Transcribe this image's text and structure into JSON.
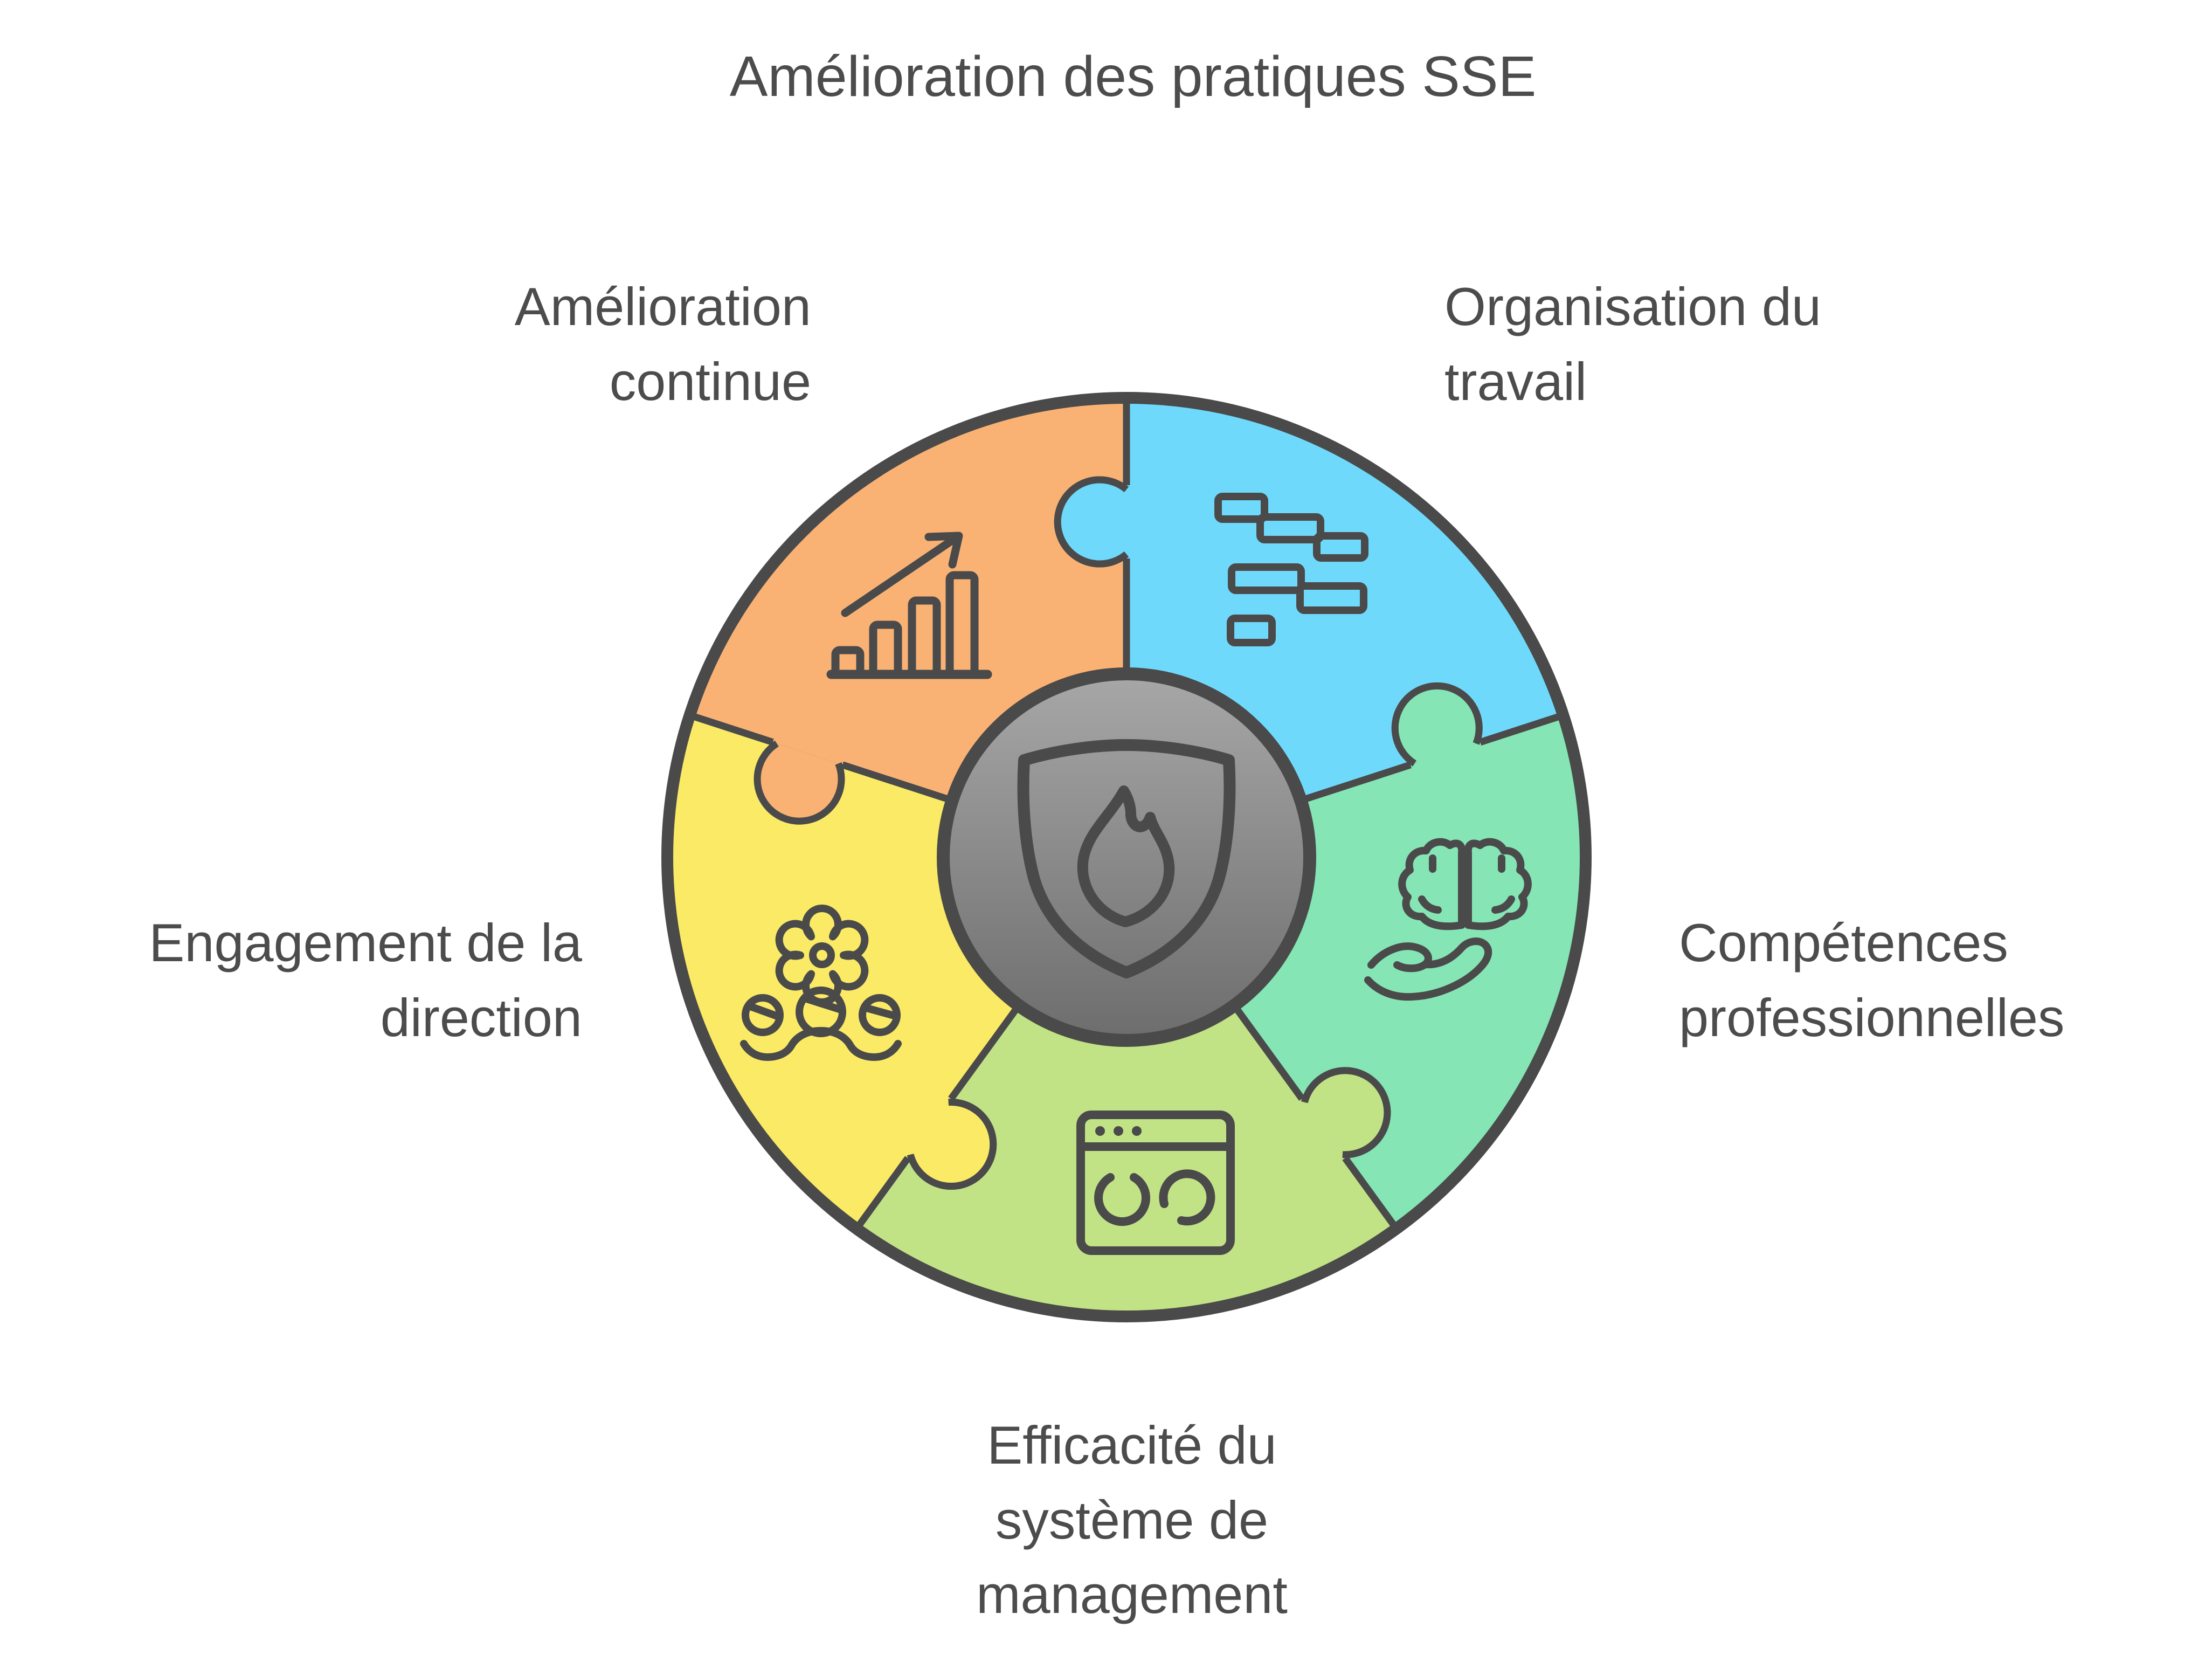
{
  "title": "Amélioration des pratiques SSE",
  "colors": {
    "background": "#FFFFFF",
    "outline": "#4A4A4A",
    "text": "#4C4C4C",
    "center_top": "#A7A7A7",
    "center_bottom": "#6D6D6D"
  },
  "center": {
    "icon": "shield-flame-icon"
  },
  "segments": [
    {
      "label": "Amélioration continue",
      "label_lines": [
        "Amélioration",
        "continue"
      ],
      "color": "#FAB274",
      "icon": "growth-chart-icon",
      "position": "top-left"
    },
    {
      "label": "Organisation du travail",
      "label_lines": [
        "Organisation du",
        "travail"
      ],
      "color": "#6FD9FC",
      "icon": "gantt-chart-icon",
      "position": "top-right"
    },
    {
      "label": "Compétences professionnelles",
      "label_lines": [
        "Compétences",
        "professionnelles"
      ],
      "color": "#85E5B5",
      "icon": "brain-hand-icon",
      "position": "right"
    },
    {
      "label": "Efficacité du système de management",
      "label_lines": [
        "Efficacité du",
        "système de",
        "management"
      ],
      "color": "#C1E386",
      "icon": "browser-sync-icon",
      "position": "bottom"
    },
    {
      "label": "Engagement de la direction",
      "label_lines": [
        "Engagement de la",
        "direction"
      ],
      "color": "#FAEA65",
      "icon": "gear-team-icon",
      "position": "left"
    }
  ]
}
